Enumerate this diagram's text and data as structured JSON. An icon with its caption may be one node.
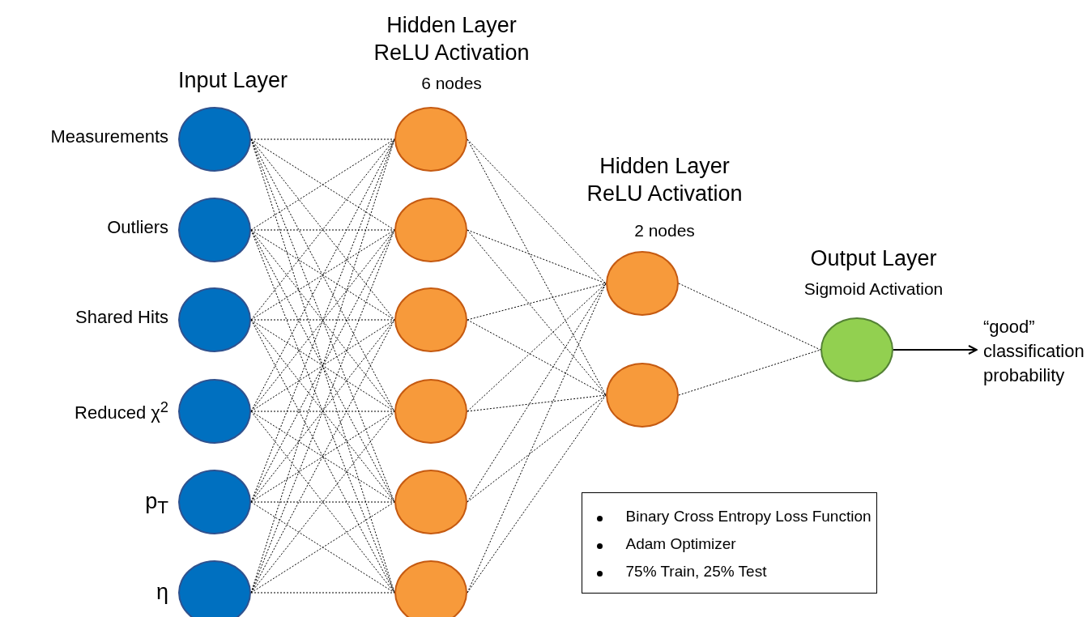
{
  "diagram": {
    "nodes": [
      {
        "text": [],
        "shape": "circle",
        "beside": [
          "Measurements"
        ]
      },
      {
        "text": [],
        "shape": "circle",
        "beside": [
          "Outliers"
        ]
      },
      {
        "text": [],
        "shape": "circle",
        "beside": [
          "Shared Hits"
        ]
      },
      {
        "text": [],
        "shape": "circle",
        "beside": [
          "Reduced χ$^{2}$"
        ]
      },
      {
        "text": [],
        "shape": "circle",
        "beside": [
          "p$_{T}$"
        ]
      },
      {
        "text": [],
        "shape": "circle",
        "beside": [
          "η"
        ]
      },
      {
        "text": [],
        "shape": "circle"
      },
      {
        "text": [],
        "shape": "circle"
      },
      {
        "text": [],
        "shape": "circle"
      },
      {
        "text": [],
        "shape": "circle"
      },
      {
        "text": [],
        "shape": "circle"
      },
      {
        "text": [],
        "shape": "circle"
      },
      {
        "text": [],
        "shape": "circle"
      },
      {
        "text": [],
        "shape": "circle"
      },
      {
        "text": [],
        "shape": "circle"
      },
      {
        "text": [
          "“good” classification probability"
        ]
      },
      {
        "text": [
          "Binary Cross Entropy Loss Function",
          "Adam Optimizer",
          "75% Train, 25% Test"
        ]
      }
    ],
    "edges": [
      {
        "from": 0,
        "to": 6,
        "arrow": "none",
        "style": "dashed"
      },
      {
        "from": 0,
        "to": 7,
        "arrow": "none",
        "style": "dashed"
      },
      {
        "from": 0,
        "to": 8,
        "arrow": "none",
        "style": "dashed"
      },
      {
        "from": 0,
        "to": 9,
        "arrow": "none",
        "style": "dashed"
      },
      {
        "from": 0,
        "to": 10,
        "arrow": "none",
        "style": "dashed"
      },
      {
        "from": 0,
        "to": 11,
        "arrow": "none",
        "style": "dashed"
      },
      {
        "from": 1,
        "to": 6,
        "arrow": "none",
        "style": "dashed"
      },
      {
        "from": 1,
        "to": 7,
        "arrow": "none",
        "style": "dashed"
      },
      {
        "from": 1,
        "to": 8,
        "arrow": "none",
        "style": "dashed"
      },
      {
        "from": 1,
        "to": 9,
        "arrow": "none",
        "style": "dashed"
      },
      {
        "from": 1,
        "to": 10,
        "arrow": "none",
        "style": "dashed"
      },
      {
        "from": 1,
        "to": 11,
        "arrow": "none",
        "style": "dashed"
      },
      {
        "from": 2,
        "to": 6,
        "arrow": "none",
        "style": "dashed"
      },
      {
        "from": 2,
        "to": 7,
        "arrow": "none",
        "style": "dashed"
      },
      {
        "from": 2,
        "to": 8,
        "arrow": "none",
        "style": "dashed"
      },
      {
        "from": 2,
        "to": 9,
        "arrow": "none",
        "style": "dashed"
      },
      {
        "from": 2,
        "to": 10,
        "arrow": "none",
        "style": "dashed"
      },
      {
        "from": 2,
        "to": 11,
        "arrow": "none",
        "style": "dashed"
      },
      {
        "from": 3,
        "to": 6,
        "arrow": "none",
        "style": "dashed"
      },
      {
        "from": 3,
        "to": 7,
        "arrow": "none",
        "style": "dashed"
      },
      {
        "from": 3,
        "to": 8,
        "arrow": "none",
        "style": "dashed"
      },
      {
        "from": 3,
        "to": 9,
        "arrow": "none",
        "style": "dashed"
      },
      {
        "from": 3,
        "to": 10,
        "arrow": "none",
        "style": "dashed"
      },
      {
        "from": 3,
        "to": 11,
        "arrow": "none",
        "style": "dashed"
      },
      {
        "from": 4,
        "to": 6,
        "arrow": "none",
        "style": "dashed"
      },
      {
        "from": 4,
        "to": 7,
        "arrow": "none",
        "style": "dashed"
      },
      {
        "from": 4,
        "to": 8,
        "arrow": "none",
        "style": "dashed"
      },
      {
        "from": 4,
        "to": 9,
        "arrow": "none",
        "style": "dashed"
      },
      {
        "from": 4,
        "to": 10,
        "arrow": "none",
        "style": "dashed"
      },
      {
        "from": 4,
        "to": 11,
        "arrow": "none",
        "style": "dashed"
      },
      {
        "from": 5,
        "to": 6,
        "arrow": "none",
        "style": "dashed"
      },
      {
        "from": 5,
        "to": 7,
        "arrow": "none",
        "style": "dashed"
      },
      {
        "from": 5,
        "to": 8,
        "arrow": "none",
        "style": "dashed"
      },
      {
        "from": 5,
        "to": 9,
        "arrow": "none",
        "style": "dashed"
      },
      {
        "from": 5,
        "to": 10,
        "arrow": "none",
        "style": "dashed"
      },
      {
        "from": 5,
        "to": 11,
        "arrow": "none",
        "style": "dashed"
      },
      {
        "from": 6,
        "to": 12,
        "arrow": "none",
        "style": "dashed"
      },
      {
        "from": 6,
        "to": 13,
        "arrow": "none",
        "style": "dashed"
      },
      {
        "from": 7,
        "to": 12,
        "arrow": "none",
        "style": "dashed"
      },
      {
        "from": 7,
        "to": 13,
        "arrow": "none",
        "style": "dashed"
      },
      {
        "from": 8,
        "to": 12,
        "arrow": "none",
        "style": "dashed"
      },
      {
        "from": 8,
        "to": 13,
        "arrow": "none",
        "style": "dashed"
      },
      {
        "from": 9,
        "to": 12,
        "arrow": "none",
        "style": "dashed"
      },
      {
        "from": 9,
        "to": 13,
        "arrow": "none",
        "style": "dashed"
      },
      {
        "from": 10,
        "to": 12,
        "arrow": "none",
        "style": "dashed"
      },
      {
        "from": 10,
        "to": 13,
        "arrow": "none",
        "style": "dashed"
      },
      {
        "from": 11,
        "to": 12,
        "arrow": "none",
        "style": "dashed"
      },
      {
        "from": 11,
        "to": 13,
        "arrow": "none",
        "style": "dashed"
      },
      {
        "from": 12,
        "to": 14,
        "arrow": "none",
        "style": "dashed"
      },
      {
        "from": 13,
        "to": 14,
        "arrow": "none",
        "style": "dashed"
      },
      {
        "from": 14,
        "to": 15,
        "arrow": "to"
      }
    ],
    "labels": [
      "Hidden Layer ReLU Activation",
      "6 nodes",
      "Input Layer",
      "Hidden Layer ReLU Activation",
      "2 nodes",
      "Output Layer",
      "Sigmoid Activation"
    ]
  }
}
